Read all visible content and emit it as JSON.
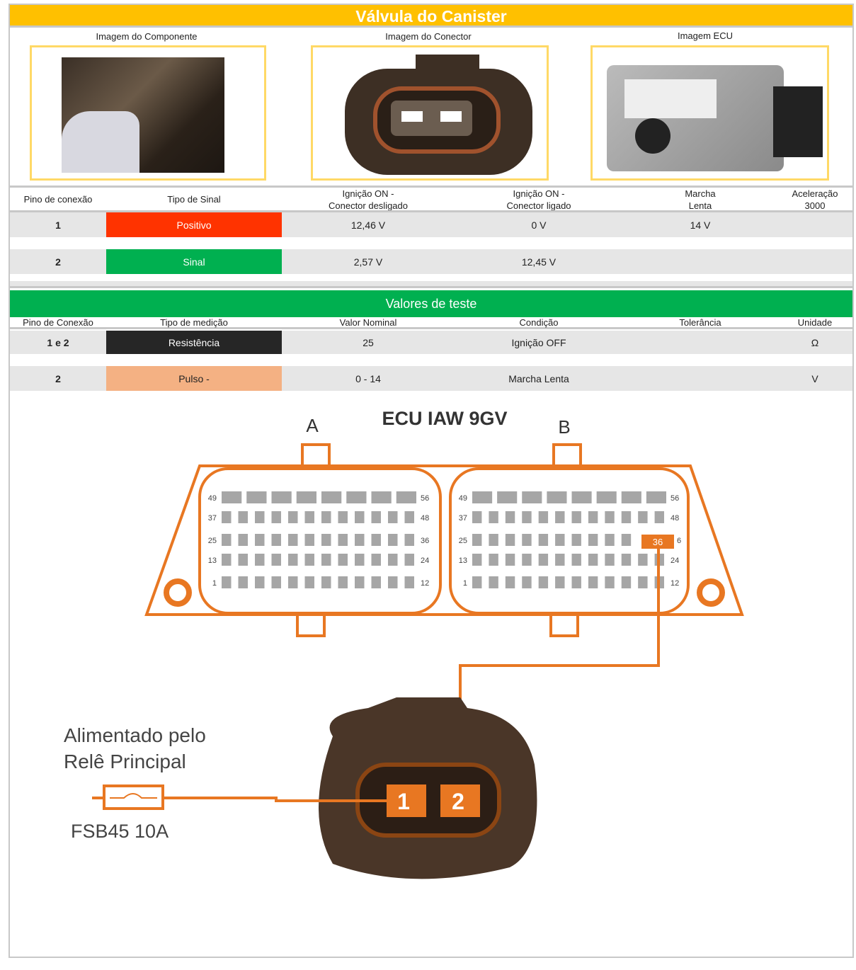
{
  "title": "Válvula do Canister",
  "images": {
    "component": "Imagem do Componente",
    "connector": "Imagem do Conector",
    "ecu": "Imagem ECU"
  },
  "signal_table": {
    "headers": [
      "Pino de conexão",
      "Tipo de Sinal",
      "Ignição ON -\nConector desligado",
      "Ignição ON -\nConector ligado",
      "Marcha\nLenta",
      "Aceleração\n3000"
    ],
    "rows": [
      {
        "pin": "1",
        "type": "Positivo",
        "color": "#FF3300",
        "ign_off_conn": "12,46 V",
        "ign_on_conn": "0 V",
        "idle": "14 V",
        "accel": ""
      },
      {
        "pin": "2",
        "type": "Sinal",
        "color": "#00B050",
        "ign_off_conn": "2,57 V",
        "ign_on_conn": "12,45 V",
        "idle": "",
        "accel": ""
      }
    ]
  },
  "test_section": {
    "title": "Valores de teste",
    "headers": [
      "Pino de Conexão",
      "Tipo de medição",
      "Valor Nominal",
      "Condição",
      "Tolerância",
      "Unidade"
    ],
    "rows": [
      {
        "pin": "1 e 2",
        "type": "Resistência",
        "color": "#262626",
        "text_color": "#ffffff",
        "nominal": "25",
        "condition": "Ignição OFF",
        "tolerance": "",
        "unit": "Ω"
      },
      {
        "pin": "2",
        "type": "Pulso -",
        "color": "#F4B183",
        "text_color": "#222222",
        "nominal": "0 - 14",
        "condition": "Marcha Lenta",
        "tolerance": "",
        "unit": "V"
      }
    ]
  },
  "diagram": {
    "ecu_title": "ECU IAW 9GV",
    "conn_a": "A",
    "conn_b": "B",
    "pin_labels": {
      "r5l": "49",
      "r5r": "56",
      "r4l": "37",
      "r4r": "48",
      "r3l": "25",
      "r3r": "36",
      "r2l": "13",
      "r2r": "24",
      "r1l": "1",
      "r1r": "12"
    },
    "highlight_pin": "36",
    "b_r3r": "6",
    "pin1": "1",
    "pin2": "2",
    "supply_line1": "Alimentado pelo",
    "supply_line2": "Relê Principal",
    "fuse": "FSB45 10A",
    "accent": "#E87722"
  }
}
